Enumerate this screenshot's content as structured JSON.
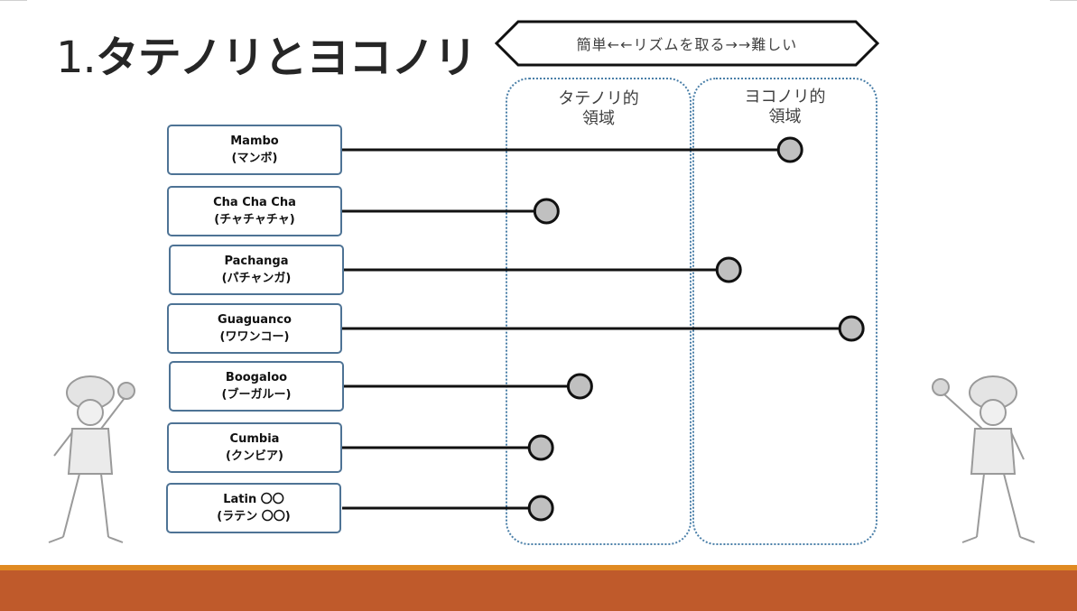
{
  "title": {
    "number": "1.",
    "text": "タテノリとヨコノリ"
  },
  "scale": {
    "label": "簡単←←リズムを取る→→難しい"
  },
  "regions": [
    {
      "line1": "タテノリ的",
      "line2": "領域"
    },
    {
      "line1": "ヨコノリ的",
      "line2": "領域"
    }
  ],
  "dances": [
    {
      "name": "Mambo",
      "kana": "(マンボ)",
      "position": 0.765
    },
    {
      "name": "Cha Cha Cha",
      "kana": "(チャチャチャ)",
      "position": 0.11
    },
    {
      "name": "Pachanga",
      "kana": "(パチャンガ)",
      "position": 0.6
    },
    {
      "name": "Guaguanco",
      "kana": "(ワワンコー)",
      "position": 0.93
    },
    {
      "name": "Boogaloo",
      "kana": "(ブーガルー)",
      "position": 0.2
    },
    {
      "name": "Cumbia",
      "kana": "(クンビア)",
      "position": 0.095
    },
    {
      "name": "Latin 〇〇",
      "kana": "(ラテン 〇〇)",
      "position": 0.095
    }
  ],
  "colors": {
    "region_border": "#4a7fa8",
    "box_border": "#4e7395",
    "marker_fill": "#c0c0c0",
    "footer_accent": "#e08a22",
    "footer_band": "#bf5a2b"
  },
  "decorations": [
    "dancer-figure-left",
    "dancer-figure-right"
  ]
}
